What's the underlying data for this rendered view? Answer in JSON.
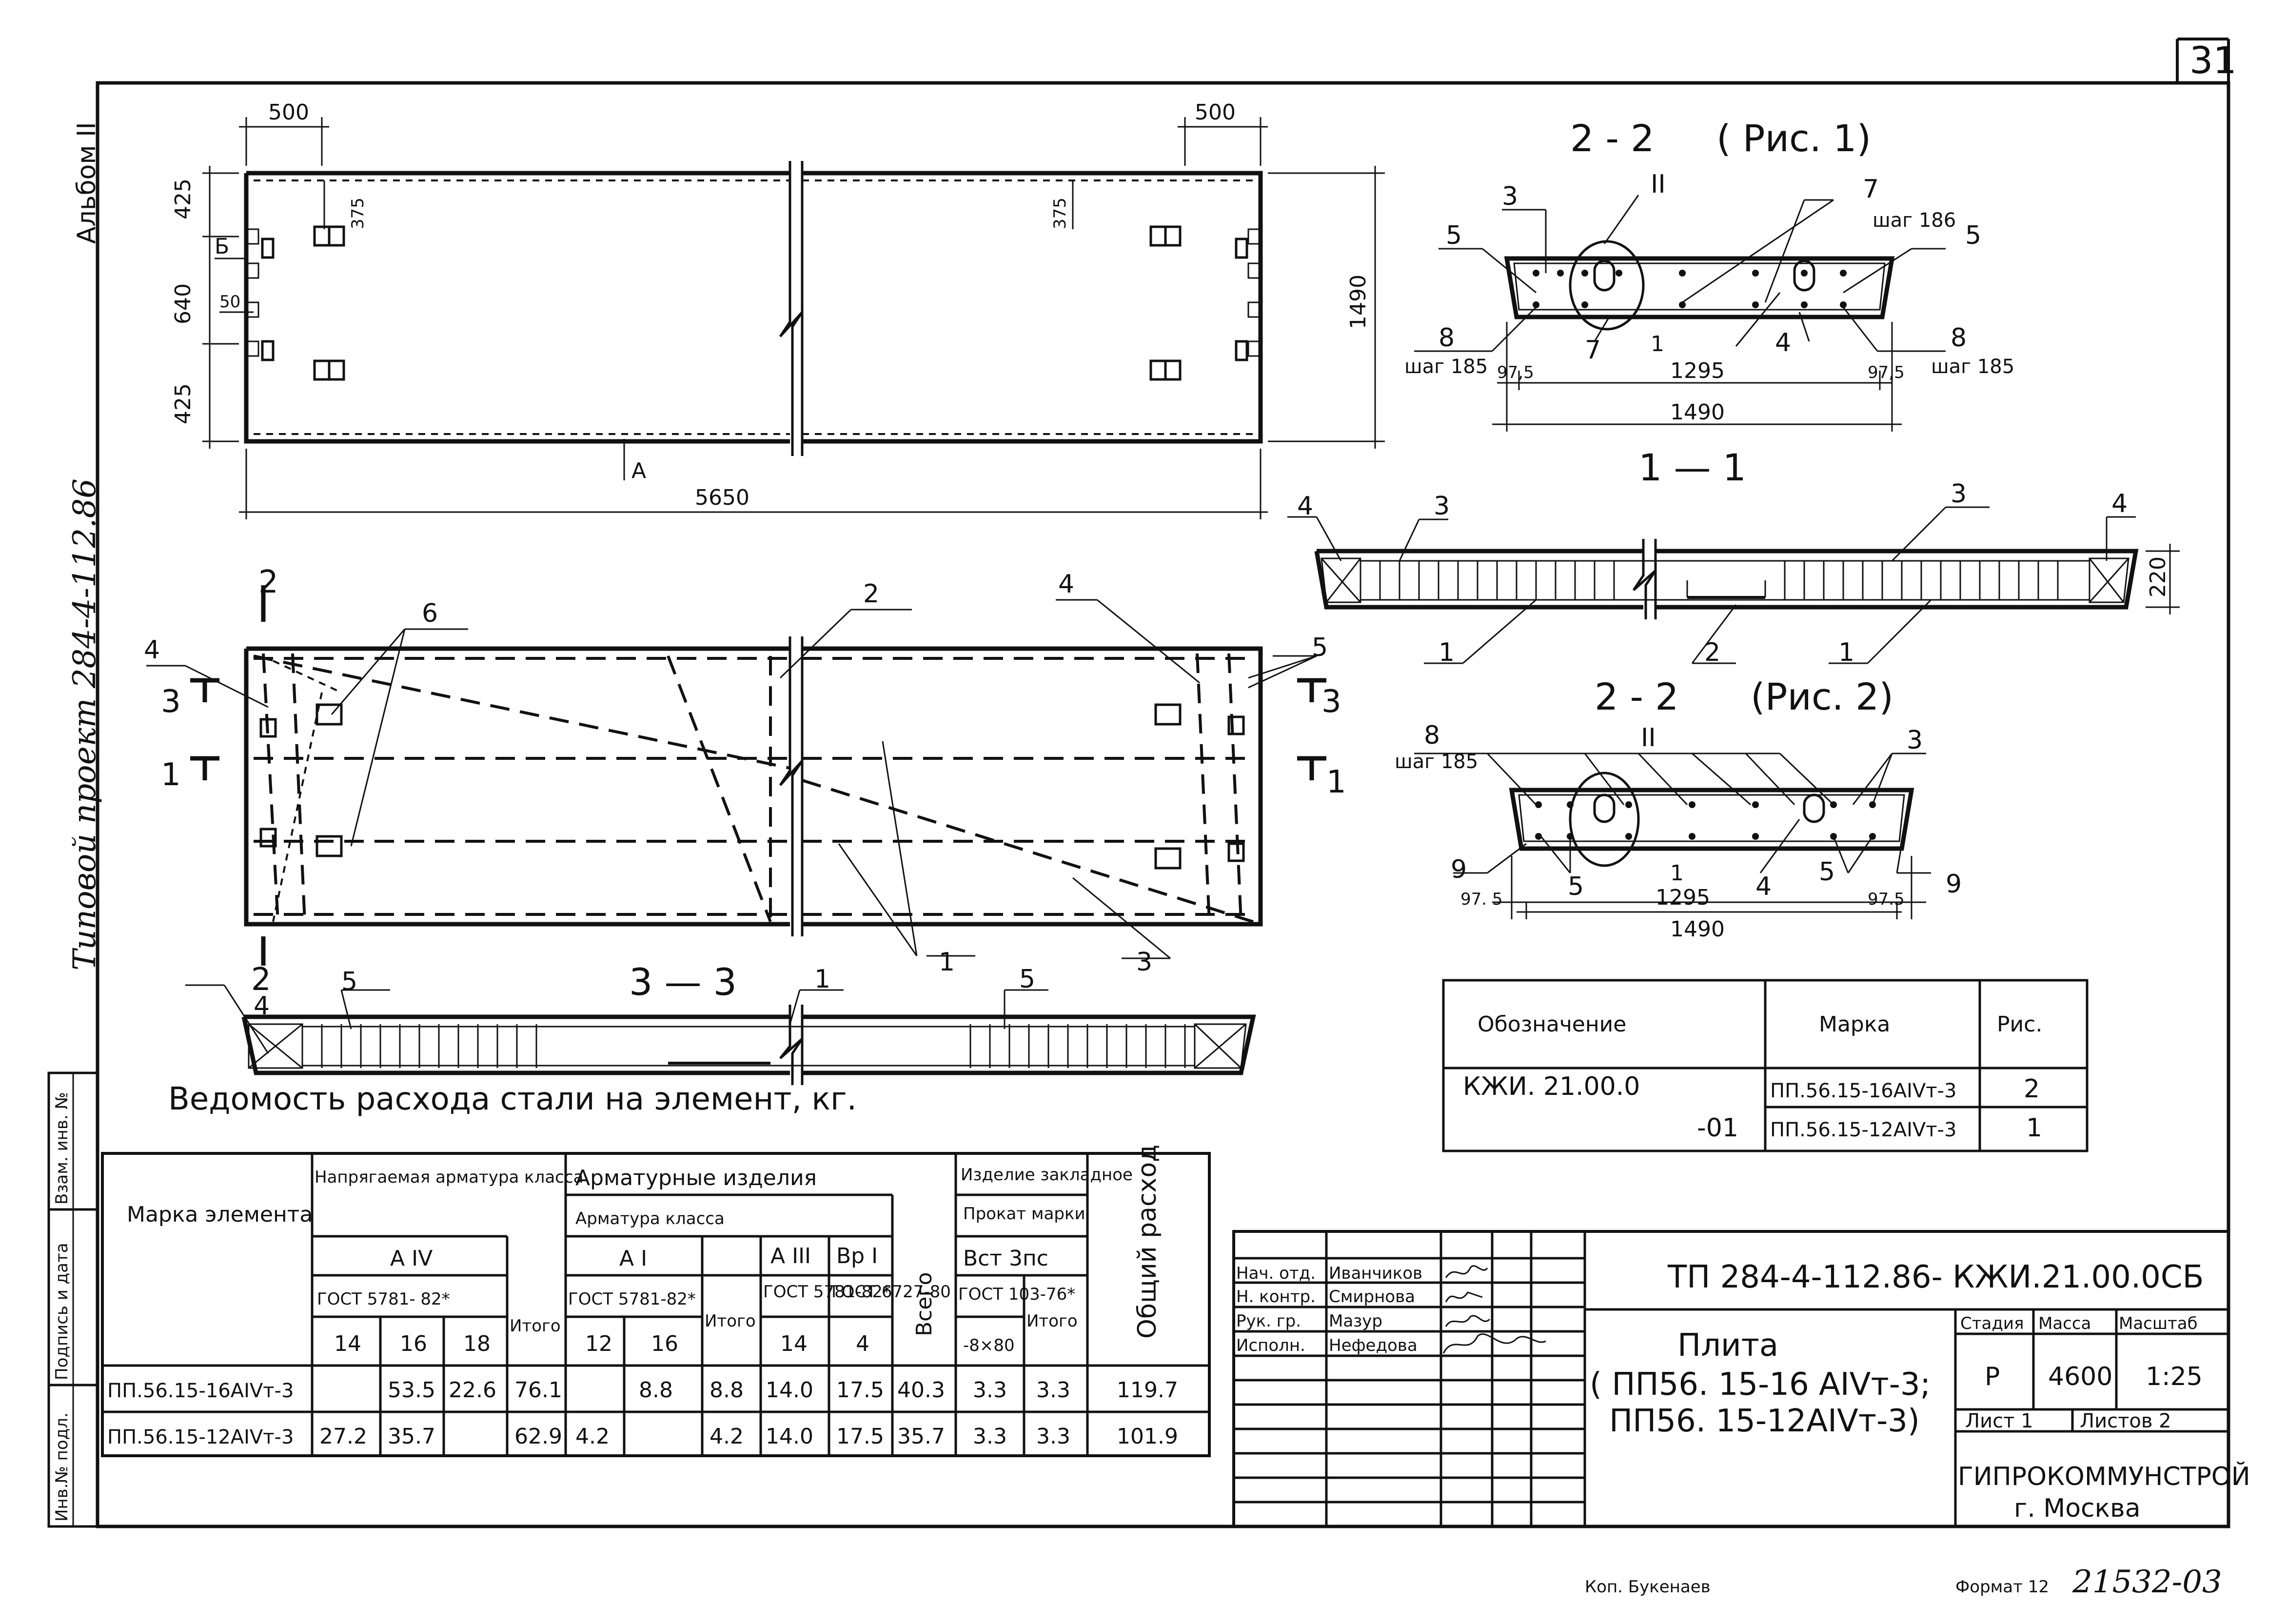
{
  "sheet_number": "31",
  "left_margin": {
    "album": "Альбом II",
    "project": "Типовой проект 284-4-112.86",
    "stamp_cells": [
      "Взам. инв. №",
      "Подпись и дата",
      "Инв.№ подл."
    ]
  },
  "plan": {
    "dims": {
      "w500_left": "500",
      "w500_right": "500",
      "h425_top": "425",
      "h640": "640",
      "h425_bottom": "425",
      "d375_left": "375",
      "d375_right": "375",
      "d50": "50",
      "total_length": "5650",
      "total_width": "1490"
    },
    "labels": {
      "b": "Б",
      "a": "А"
    }
  },
  "reinforcement_plan": {
    "callouts": [
      "2",
      "6",
      "4",
      "5",
      "1",
      "3",
      "2",
      "3",
      "1",
      "1",
      "4"
    ],
    "cut_marks": {
      "c2_top": "2",
      "c2_bottom": "2",
      "c3_left": "3",
      "c3_right": "3",
      "c1_left": "1",
      "c1_right": "1"
    }
  },
  "section_22_fig1": {
    "title": "2 - 2",
    "subtitle": "( Рис. 1)",
    "labels": {
      "n2": "II",
      "n3": "3",
      "n5a": "5",
      "n7": "7",
      "step186": "шаг 186",
      "n5b": "5",
      "n8a": "8",
      "step185a": "шаг 185",
      "n7b": "7",
      "n1": "1",
      "n4": "4",
      "n8b": "8",
      "step185b": "шаг 185"
    },
    "dims": {
      "d97_5a": "97,5",
      "d1295": "1295",
      "d97_5b": "97,5",
      "d1490": "1490"
    }
  },
  "section_11": {
    "title": "1 — 1",
    "labels": {
      "n4a": "4",
      "n3a": "3",
      "n3b": "3",
      "n4b": "4",
      "n1a": "1",
      "n2": "2",
      "n1b": "1"
    },
    "dim_220": "220"
  },
  "section_22_fig2": {
    "title": "2 - 2",
    "subtitle": "(Рис. 2)",
    "labels": {
      "n8": "8",
      "step185": "шаг 185",
      "n2": "II",
      "n3": "3",
      "n9a": "9",
      "n5a": "5",
      "n1": "1",
      "n4": "4",
      "n5b": "5",
      "n9b": "9"
    },
    "dims": {
      "d97_5a": "97. 5",
      "d1295": "1295",
      "d97_5b": "97.5",
      "d1490": "1490"
    }
  },
  "section_33": {
    "title": "3 — 3",
    "labels": {
      "n4": "4",
      "n5a": "5",
      "n1": "1",
      "n5b": "5"
    }
  },
  "designation_table": {
    "headers": [
      "Обозначение",
      "Марка",
      "Рис."
    ],
    "rows": [
      [
        "КЖИ. 21.00.0",
        "ПП.56.15-16АIVт-3",
        "2"
      ],
      [
        "-01",
        "ПП.56.15-12АIVт-3",
        "1"
      ]
    ]
  },
  "steel_table": {
    "title": "Ведомость расхода стали на элемент, кг.",
    "head": {
      "mark": "Марка элемента",
      "prestressed": "Напрягаемая арматура класса",
      "aiv": "А IV",
      "gost5781a": "ГОСТ 5781- 82*",
      "itogo1": "Итого",
      "products": "Арматурные изделия",
      "armatura_class": "Арматура класса",
      "ai": "А I",
      "gost5781b": "ГОСТ 5781-82*",
      "itogo2": "Итого",
      "aiii": "А III",
      "gost5781c": "ГОСТ 5781-82*",
      "bri": "Вр I",
      "gost6727": "ГОСТ 6727-80",
      "vsego": "Всего",
      "embedded": "Изделие закладное",
      "prokat": "Прокат марки",
      "vst": "Вст 3пс",
      "gost103": "ГОСТ 103-76*",
      "itogo3": "Итого",
      "total": "Общий расход",
      "d14": "14",
      "d16": "16",
      "d18": "18",
      "d12": "12",
      "d16b": "16",
      "d14b": "14",
      "d4": "4",
      "d8x80": "-8×80"
    },
    "rows": [
      [
        "ПП.56.15-16АIVт-3",
        "",
        "53.5",
        "22.6",
        "76.1",
        "",
        "8.8",
        "8.8",
        "14.0",
        "17.5",
        "40.3",
        "3.3",
        "3.3",
        "119.7"
      ],
      [
        "ПП.56.15-12АIVт-3",
        "27.2",
        "35.7",
        "",
        "62.9",
        "4.2",
        "",
        "4.2",
        "14.0",
        "17.5",
        "35.7",
        "3.3",
        "3.3",
        "101.9"
      ]
    ]
  },
  "title_block": {
    "people": [
      {
        "role": "Нач. отд.",
        "name": "Иванчиков"
      },
      {
        "role": "Н. контр.",
        "name": "Смирнова"
      },
      {
        "role": "Рук. гр.",
        "name": "Мазур"
      },
      {
        "role": "Исполн.",
        "name": "Нефедова"
      }
    ],
    "doc_code": "ТП 284-4-112.86- КЖИ.21.00.0СБ",
    "title_lines": [
      "Плита",
      "( ПП56. 15-16 АIVт-3;",
      "ПП56. 15-12АIVт-3)"
    ],
    "stage_label": "Стадия",
    "mass_label": "Масса",
    "scale_label": "Масштаб",
    "stage": "Р",
    "mass": "4600",
    "scale": "1:25",
    "sheet_label": "Лист 1",
    "sheets_label": "Листов 2",
    "org": "ГИПРОКОММУНСТРОЙ",
    "city": "г. Москва"
  },
  "footer": {
    "copy": "Коп. Букенаев",
    "format": "Формат 12",
    "inv": "21532-03"
  }
}
